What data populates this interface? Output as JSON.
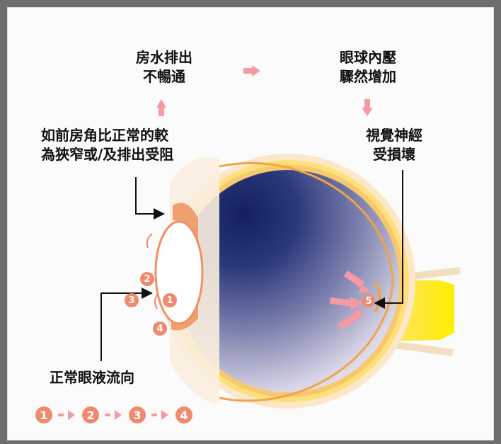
{
  "labels": {
    "drainage_poor": [
      "房水排出",
      "不暢通"
    ],
    "pressure_rise": [
      "眼球內壓",
      "驟然增加"
    ],
    "angle_narrow": [
      "如前房角比正常的較",
      "為狹窄或/及排出受阻"
    ],
    "nerve_damage": [
      "視覺神經",
      "受損壞"
    ],
    "normal_flow": "正常眼液流向"
  },
  "markers": [
    "1",
    "2",
    "3",
    "4",
    "5"
  ],
  "sequence": [
    "1",
    "2",
    "3",
    "4"
  ],
  "colors": {
    "frame_bg": "#fbfbfb",
    "arrow_pink": "#f39aa3",
    "marker_orange": "#f08a6e",
    "lens_outline": "#f2a06f",
    "sclera_yellow": "#ffe600",
    "retina_blue": "#1c2a6b"
  }
}
